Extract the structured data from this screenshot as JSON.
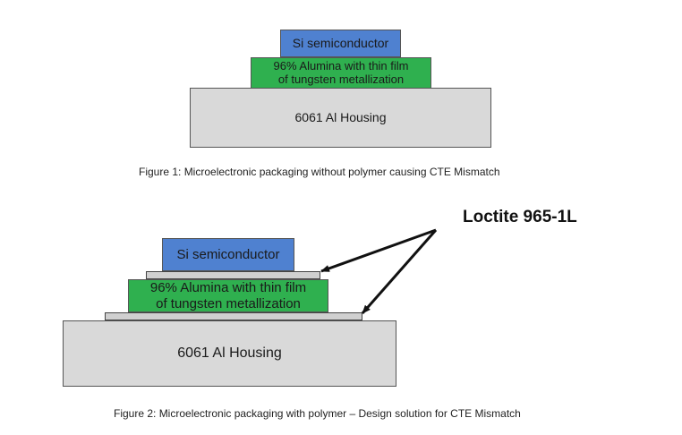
{
  "figure1": {
    "si_label": "Si semiconductor",
    "alumina_label_line1": "96% Alumina with thin film",
    "alumina_label_line2": "of tungsten metallization",
    "housing_label": "6061 Al Housing",
    "caption": "Figure 1: Microelectronic packaging without polymer causing CTE Mismatch"
  },
  "figure2": {
    "si_label": "Si semiconductor",
    "alumina_label_line1": "96% Alumina with thin film",
    "alumina_label_line2": "of tungsten metallization",
    "housing_label": "6061 Al Housing",
    "callout_label": "Loctite 965-1L",
    "caption": "Figure 2: Microelectronic packaging with polymer – Design solution for CTE Mismatch"
  },
  "colors": {
    "si": "#4f81d0",
    "alumina": "#2fb04f",
    "housing": "#d9d9d9",
    "adhesive": "#d0d0d0"
  }
}
